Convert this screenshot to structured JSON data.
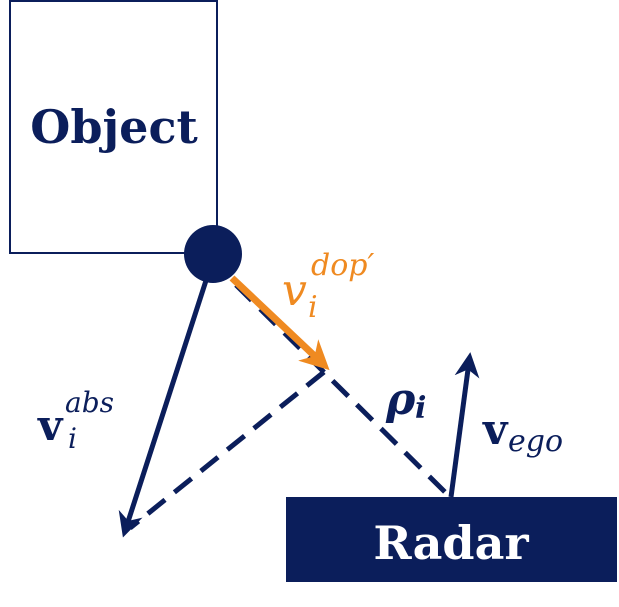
{
  "colors": {
    "navy": "#0b1e5b",
    "orange": "#ef8a21",
    "white": "#ffffff"
  },
  "object_box": {
    "label": "Object"
  },
  "radar_box": {
    "label": "Radar"
  },
  "labels": {
    "v_abs": {
      "base": "v",
      "sub": "i",
      "sup": "abs"
    },
    "v_dop": {
      "base": "v",
      "sub": "i",
      "sup": "dop′"
    },
    "rho": {
      "base": "ρ",
      "sub": "i"
    },
    "v_ego": {
      "base": "v",
      "sub": "ego"
    }
  }
}
